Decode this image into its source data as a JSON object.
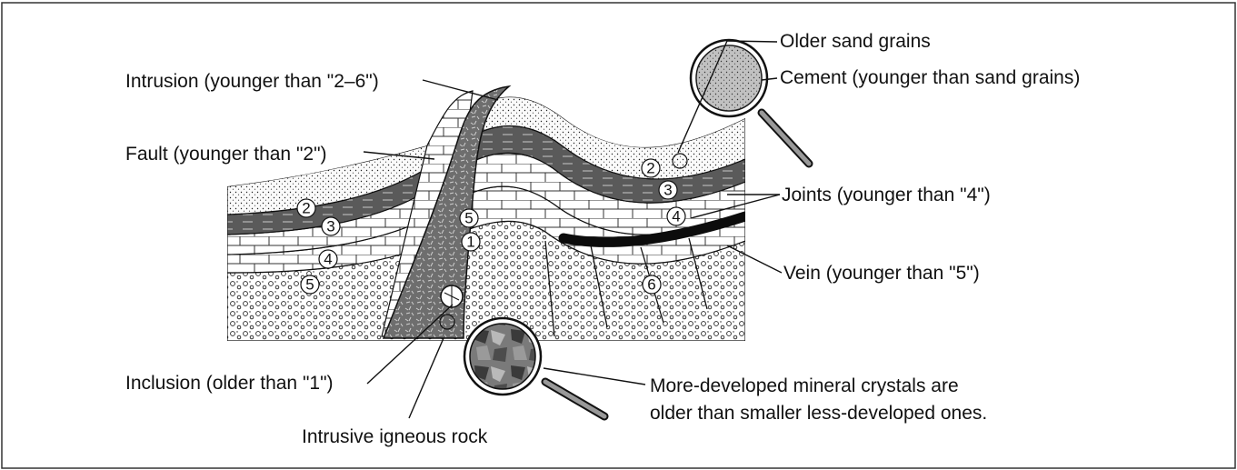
{
  "labels": {
    "intrusion": "Intrusion (younger than \"2–6\")",
    "fault": "Fault (younger than \"2\")",
    "inclusion": "Inclusion (older than \"1\")",
    "intrusive_rock": "Intrusive igneous rock",
    "older_sand": "Older sand grains",
    "cement": "Cement (younger than sand grains)",
    "joints": "Joints (younger than \"4\")",
    "vein": "Vein (younger than \"5\")",
    "crystals_line1": "More-developed mineral crystals are",
    "crystals_line2": "older than smaller less-developed ones."
  },
  "layer_numbers": {
    "n1": "1",
    "n2": "2",
    "n3": "3",
    "n4": "4",
    "n5": "5",
    "n6": "6"
  },
  "colors": {
    "outline": "#111111",
    "sandstone": "#f4f4f4",
    "shale": "#5a5a5a",
    "igneous": "#6e6e6e",
    "vein": "#0c0c0c",
    "background": "#ffffff"
  }
}
